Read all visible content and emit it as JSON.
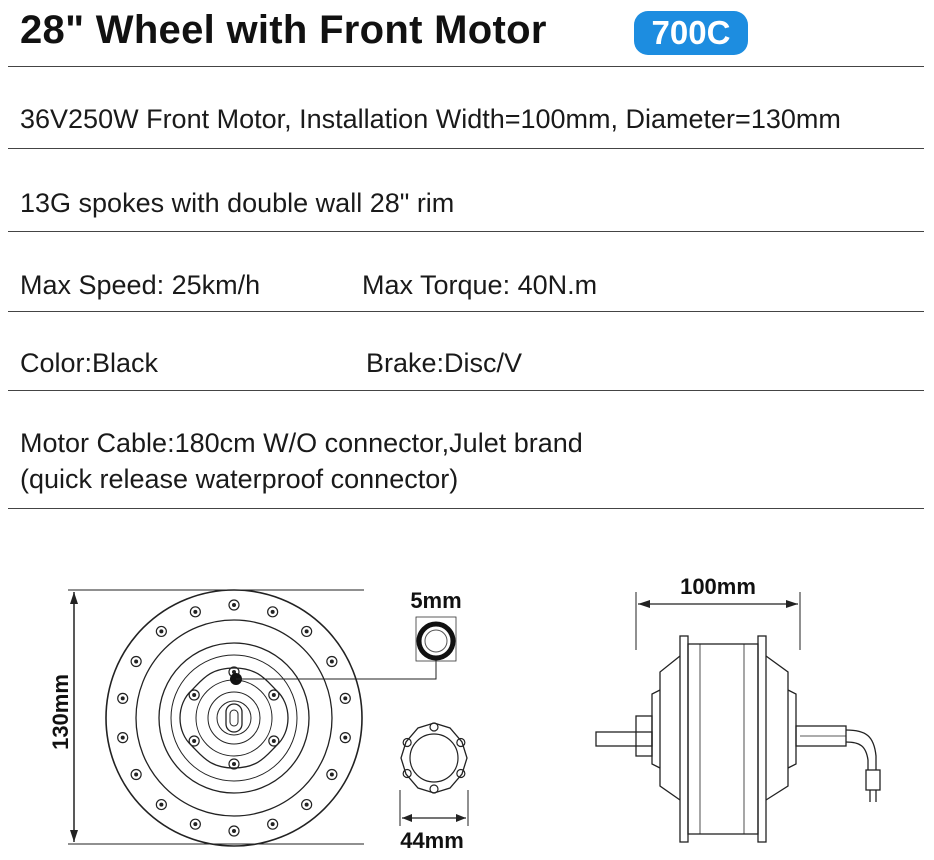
{
  "title": "28\" Wheel with Front Motor",
  "badge": "700C",
  "specs": {
    "motor": "36V250W Front Motor, Installation Width=100mm, Diameter=130mm",
    "spokes": "13G spokes with double wall 28\" rim",
    "max_speed": "Max Speed: 25km/h",
    "max_torque": "Max Torque: 40N.m",
    "color": "Color:Black",
    "brake": "Brake:Disc/V",
    "cable_line1": "Motor Cable:180cm W/O connector,Julet brand",
    "cable_line2": "(quick release waterproof connector)"
  },
  "diagram": {
    "hub_diameter": "130mm",
    "hole_size": "5mm",
    "disc_mount": "44mm",
    "install_width": "100mm"
  },
  "colors": {
    "badge": "#1d8de0",
    "text": "#111111",
    "line": "#444444"
  }
}
